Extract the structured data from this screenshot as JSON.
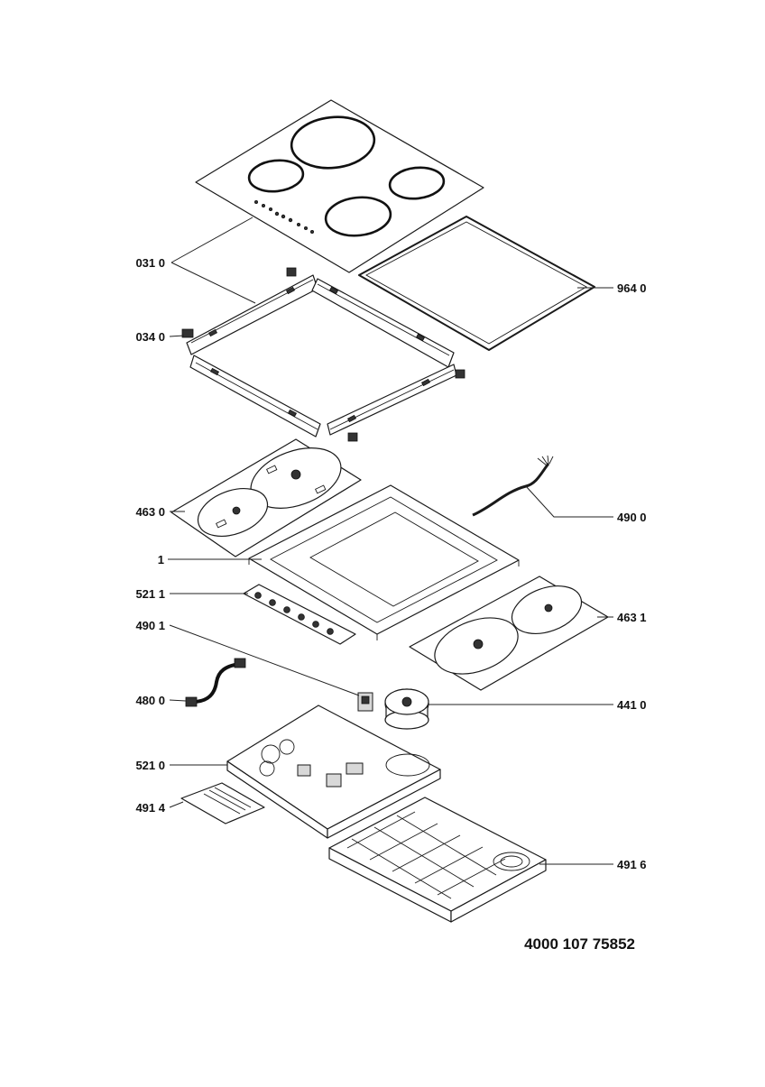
{
  "document_number": "4000 107 75852",
  "callouts": [
    {
      "id": "callout-031-0",
      "text": "031 0"
    },
    {
      "id": "callout-964-0",
      "text": "964 0"
    },
    {
      "id": "callout-034-0",
      "text": "034 0"
    },
    {
      "id": "callout-463-0",
      "text": "463 0"
    },
    {
      "id": "callout-490-0",
      "text": "490 0"
    },
    {
      "id": "callout-1",
      "text": "1"
    },
    {
      "id": "callout-521-1",
      "text": "521 1"
    },
    {
      "id": "callout-463-1",
      "text": "463 1"
    },
    {
      "id": "callout-490-1",
      "text": "490 1"
    },
    {
      "id": "callout-480-0",
      "text": "480 0"
    },
    {
      "id": "callout-441-0",
      "text": "441 0"
    },
    {
      "id": "callout-521-0",
      "text": "521 0"
    },
    {
      "id": "callout-491-4",
      "text": "491 4"
    },
    {
      "id": "callout-491-6",
      "text": "491 6"
    }
  ]
}
